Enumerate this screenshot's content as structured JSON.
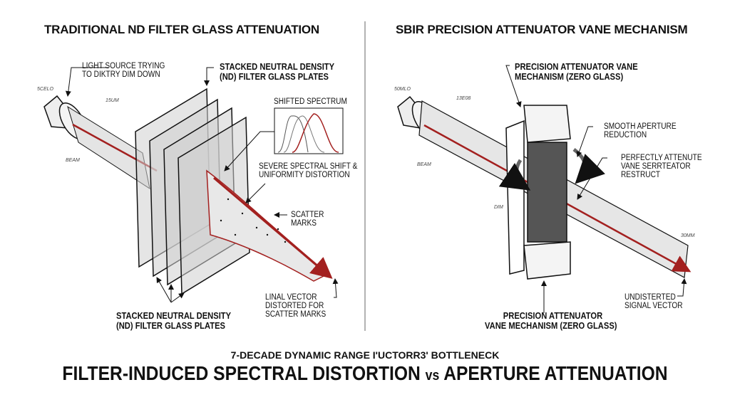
{
  "left_panel": {
    "title": "TRADITIONAL ND FILTER GLASS ATTENUATION",
    "labels": {
      "light_source": [
        "LIGHT SOURCE TRYING",
        "TO DIKTRY DIM DOWN"
      ],
      "plates_top": [
        "STACKED NEUTRAL DENSITY",
        "(ND) FILTER GLASS PLATES"
      ],
      "spectrum": "SHIFTED SPECTRUM",
      "spectral_shift": [
        "SEVERE SPECTRAL SHIFT &",
        "UNIFORMITY DISTORTION"
      ],
      "scatter": [
        "SCATTER",
        "MARKS"
      ],
      "final_vector": [
        "LINAL VECTOR",
        "DISTORTED FOR",
        "SCATTER MARKS"
      ],
      "plates_bottom": [
        "STACKED NEUTRAL DENSITY",
        "(ND) FILTER GLASS PLATES"
      ]
    },
    "dimensions": [
      "5Celo",
      "15um",
      "BEAM"
    ]
  },
  "right_panel": {
    "title": "SBIR PRECISION ATTENUATOR VANE MECHANISM",
    "labels": {
      "vane_top": [
        "PRECISION ATTENUATOR VANE",
        "MECHANISM (ZERO GLASS)"
      ],
      "smooth": [
        "SMOOTH APERTURE",
        "REDUCTION"
      ],
      "perfectly": [
        "PERFECTLY ATTENUTE",
        "VANE SERRTEATOR",
        "RESTRUCT"
      ],
      "undistorted": [
        "UNDISTERTED",
        "SIGNAL VECTOR"
      ],
      "vane_bottom": [
        "PRECISION ATTENUATOR",
        "VANE MECHANISM (ZERO GLASS)"
      ]
    },
    "dimensions": [
      "50mlo",
      "13e08",
      "BEAM",
      "DIM",
      "30MM"
    ]
  },
  "footer": {
    "subtitle": "7-DECADE DYNAMIC RANGE I'UCTORR3' BOTTLENECK",
    "title_a": "FILTER-INDUCED SPECTRAL DISTORTION",
    "title_vs": "vs",
    "title_b": "APERTURE ATTENUATION"
  },
  "colors": {
    "beam_red": "#a3201f",
    "glass": "#d8d8d8",
    "vane": "#555555",
    "ink": "#111111"
  }
}
